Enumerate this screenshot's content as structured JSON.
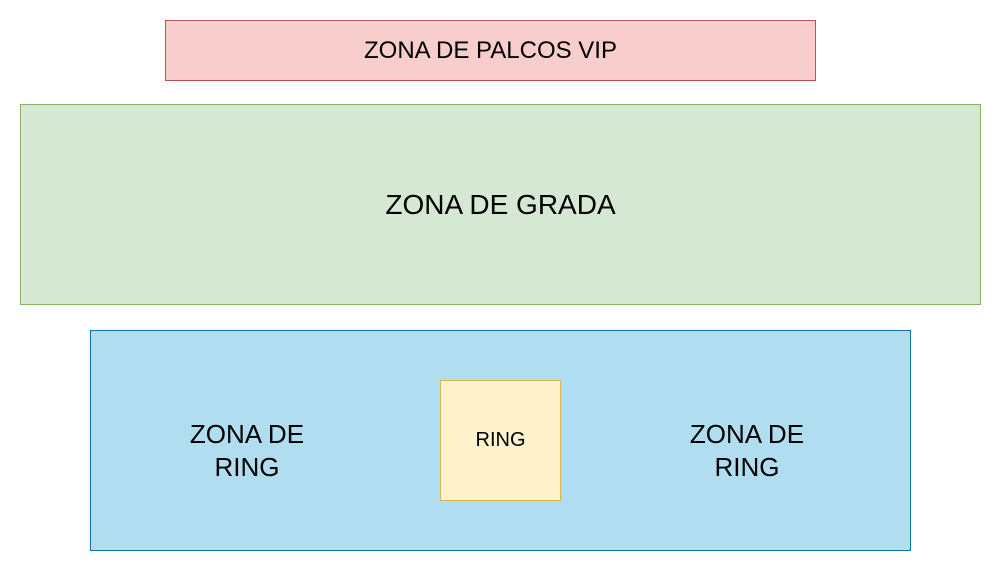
{
  "diagram": {
    "vip_zone": {
      "label": "ZONA DE PALCOS VIP",
      "fill": "#f8cecc",
      "stroke": "#b85450"
    },
    "grada_zone": {
      "label": "ZONA DE GRADA",
      "fill": "#d5e8d4",
      "stroke": "#82b366"
    },
    "ring_area": {
      "fill": "#b1ddf0",
      "stroke": "#10739e",
      "left_zone": {
        "line1": "ZONA DE",
        "line2": "RING"
      },
      "right_zone": {
        "line1": "ZONA DE",
        "line2": "RING"
      },
      "ring": {
        "label": "RING",
        "fill": "#fff2cc",
        "stroke": "#d6b656"
      }
    }
  }
}
